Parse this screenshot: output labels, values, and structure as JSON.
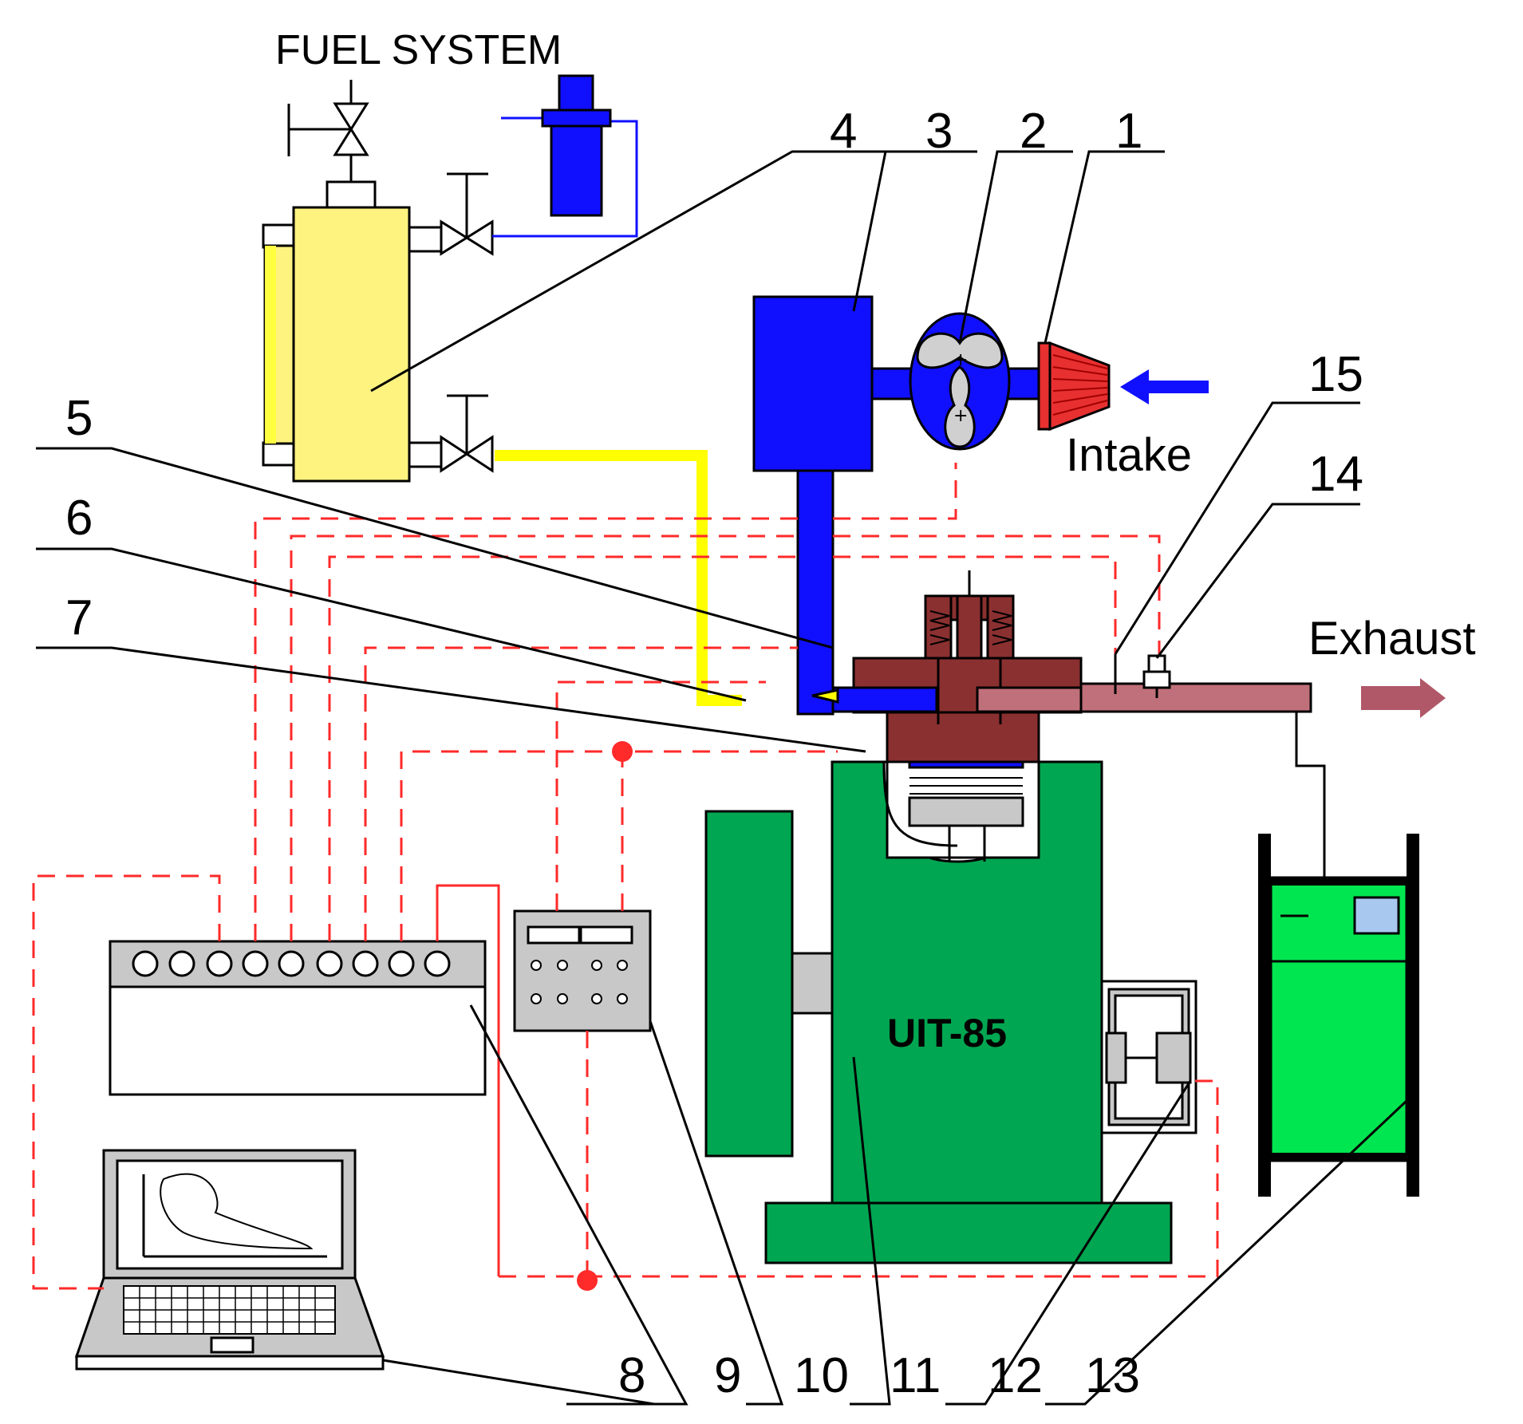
{
  "title": "FUEL SYSTEM",
  "flows": {
    "intake": "Intake",
    "exhaust": "Exhaust"
  },
  "engine_label": "UIT-85",
  "callouts": [
    "1",
    "2",
    "3",
    "4",
    "5",
    "6",
    "7",
    "8",
    "9",
    "10",
    "11",
    "12",
    "13",
    "14",
    "15"
  ],
  "colors": {
    "line_red": "#ff2a2a",
    "engine_green": "#00a651",
    "analyzer_green": "#00e650",
    "blower_blue": "#1010ff",
    "fuel_tank_yellow": "#fff380",
    "fuel_line_yellow": "#ffff00",
    "head_brown": "#8b3030",
    "exhaust_pipe": "#c0707a",
    "filter_red": "#e83030",
    "panel_gray": "#c8c8c8"
  }
}
